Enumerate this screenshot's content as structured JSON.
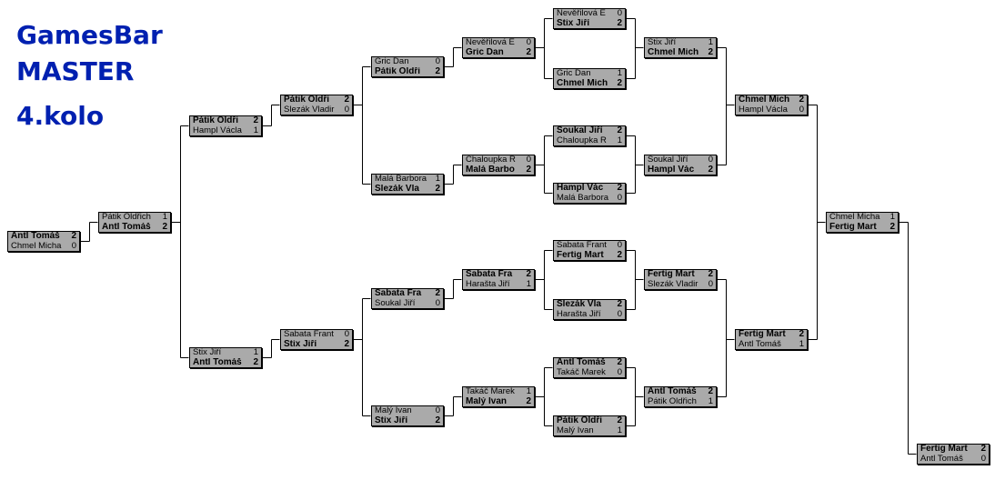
{
  "title": {
    "line1": "GamesBar",
    "line2": "MASTER",
    "line3": "4.kolo"
  },
  "colors": {
    "title": "#0020b0",
    "match_bg": "#aaaaaa",
    "line": "#000000"
  },
  "matches": [
    {
      "id": "l1",
      "a": {
        "name": "Antl Tomáš",
        "score": "2",
        "bold": true
      },
      "b": {
        "name": "Chmel Micha",
        "score": "0",
        "bold": false
      }
    },
    {
      "id": "l2",
      "a": {
        "name": "Pátik Oldřich",
        "score": "1",
        "bold": false
      },
      "b": {
        "name": "Antl Tomáš",
        "score": "2",
        "bold": true
      }
    },
    {
      "id": "l3a",
      "a": {
        "name": "Pátik Oldři",
        "score": "2",
        "bold": true
      },
      "b": {
        "name": "Hampl Václa",
        "score": "1",
        "bold": false
      }
    },
    {
      "id": "l3b",
      "a": {
        "name": "Stix Jiří",
        "score": "1",
        "bold": false
      },
      "b": {
        "name": "Antl Tomáš",
        "score": "2",
        "bold": true
      }
    },
    {
      "id": "l4a",
      "a": {
        "name": "Pátik Oldři",
        "score": "2",
        "bold": true
      },
      "b": {
        "name": "Slezák Vladir",
        "score": "0",
        "bold": false
      }
    },
    {
      "id": "l4b",
      "a": {
        "name": "Šabata Frant",
        "score": "0",
        "bold": false
      },
      "b": {
        "name": "Stix Jiří",
        "score": "2",
        "bold": true
      }
    },
    {
      "id": "l5a",
      "a": {
        "name": "Gric Dan",
        "score": "0",
        "bold": false
      },
      "b": {
        "name": "Pátik Oldři",
        "score": "2",
        "bold": true
      }
    },
    {
      "id": "l5b",
      "a": {
        "name": "Malá Barbora",
        "score": "1",
        "bold": false
      },
      "b": {
        "name": "Slezák Vla",
        "score": "2",
        "bold": true
      }
    },
    {
      "id": "l5c",
      "a": {
        "name": "Šabata Fra",
        "score": "2",
        "bold": true
      },
      "b": {
        "name": "Soukal Jiří",
        "score": "0",
        "bold": false
      }
    },
    {
      "id": "l5d",
      "a": {
        "name": "Malý Ivan",
        "score": "0",
        "bold": false
      },
      "b": {
        "name": "Stix Jiří",
        "score": "2",
        "bold": true
      }
    },
    {
      "id": "l6a",
      "a": {
        "name": "Nevěřilová E",
        "score": "0",
        "bold": false
      },
      "b": {
        "name": "Gric Dan",
        "score": "2",
        "bold": true
      }
    },
    {
      "id": "l6b",
      "a": {
        "name": "Chaloupka R",
        "score": "0",
        "bold": false
      },
      "b": {
        "name": "Malá Barbo",
        "score": "2",
        "bold": true
      }
    },
    {
      "id": "l6c",
      "a": {
        "name": "Šabata Fra",
        "score": "2",
        "bold": true
      },
      "b": {
        "name": "Harašta Jiří",
        "score": "1",
        "bold": false
      }
    },
    {
      "id": "l6d",
      "a": {
        "name": "Takáč Marek",
        "score": "1",
        "bold": false
      },
      "b": {
        "name": "Malý Ivan",
        "score": "2",
        "bold": true
      }
    },
    {
      "id": "l7a",
      "a": {
        "name": "Nevěřilová E",
        "score": "0",
        "bold": false
      },
      "b": {
        "name": "Stix Jiří",
        "score": "2",
        "bold": true
      }
    },
    {
      "id": "l7b",
      "a": {
        "name": "Gric Dan",
        "score": "1",
        "bold": false
      },
      "b": {
        "name": "Chmel Mich",
        "score": "2",
        "bold": true
      }
    },
    {
      "id": "l7c",
      "a": {
        "name": "Soukal Jiří",
        "score": "2",
        "bold": true
      },
      "b": {
        "name": "Chaloupka R",
        "score": "1",
        "bold": false
      }
    },
    {
      "id": "l7d",
      "a": {
        "name": "Hampl Vác",
        "score": "2",
        "bold": true
      },
      "b": {
        "name": "Malá Barbora",
        "score": "0",
        "bold": false
      }
    },
    {
      "id": "l7e",
      "a": {
        "name": "Šabata Frant",
        "score": "0",
        "bold": false
      },
      "b": {
        "name": "Fertig Mart",
        "score": "2",
        "bold": true
      }
    },
    {
      "id": "l7f",
      "a": {
        "name": "Slezák Vla",
        "score": "2",
        "bold": true
      },
      "b": {
        "name": "Harašta Jiří",
        "score": "0",
        "bold": false
      }
    },
    {
      "id": "l7g",
      "a": {
        "name": "Antl Tomáš",
        "score": "2",
        "bold": true
      },
      "b": {
        "name": "Takáč Marek",
        "score": "0",
        "bold": false
      }
    },
    {
      "id": "l7h",
      "a": {
        "name": "Pátik Oldři",
        "score": "2",
        "bold": true
      },
      "b": {
        "name": "Malý Ivan",
        "score": "1",
        "bold": false
      }
    },
    {
      "id": "l8a",
      "a": {
        "name": "Stix Jiří",
        "score": "1",
        "bold": false
      },
      "b": {
        "name": "Chmel Mich",
        "score": "2",
        "bold": true
      }
    },
    {
      "id": "l8b",
      "a": {
        "name": "Soukal Jiří",
        "score": "0",
        "bold": false
      },
      "b": {
        "name": "Hampl Vác",
        "score": "2",
        "bold": true
      }
    },
    {
      "id": "l8c",
      "a": {
        "name": "Fertig Mart",
        "score": "2",
        "bold": true
      },
      "b": {
        "name": "Slezák Vladir",
        "score": "0",
        "bold": false
      }
    },
    {
      "id": "l8d",
      "a": {
        "name": "Antl Tomáš",
        "score": "2",
        "bold": true
      },
      "b": {
        "name": "Pátik Oldřich",
        "score": "1",
        "bold": false
      }
    },
    {
      "id": "l9a",
      "a": {
        "name": "Chmel Mich",
        "score": "2",
        "bold": true
      },
      "b": {
        "name": "Hampl Václa",
        "score": "0",
        "bold": false
      }
    },
    {
      "id": "l9b",
      "a": {
        "name": "Fertig Mart",
        "score": "2",
        "bold": true
      },
      "b": {
        "name": "Antl Tomáš",
        "score": "1",
        "bold": false
      }
    },
    {
      "id": "l10",
      "a": {
        "name": "Chmel Micha",
        "score": "1",
        "bold": false
      },
      "b": {
        "name": "Fertig Mart",
        "score": "2",
        "bold": true
      }
    },
    {
      "id": "l11",
      "a": {
        "name": "Fertig Mart",
        "score": "2",
        "bold": true
      },
      "b": {
        "name": "Antl Tomáš",
        "score": "0",
        "bold": false
      }
    }
  ]
}
